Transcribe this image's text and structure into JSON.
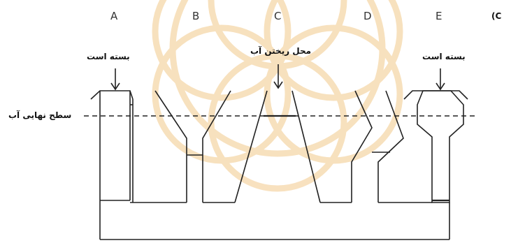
{
  "panel_label": "(C",
  "vessel_letters": [
    "A",
    "B",
    "C",
    "D",
    "E"
  ],
  "annotations": {
    "closed_left": "بسته است",
    "pour_point": "محل ریختن آب",
    "closed_right": "بسته است",
    "final_level": "سطح نهایی آب"
  },
  "colors": {
    "watermark": "#f2c98a",
    "lines": "#222222"
  }
}
